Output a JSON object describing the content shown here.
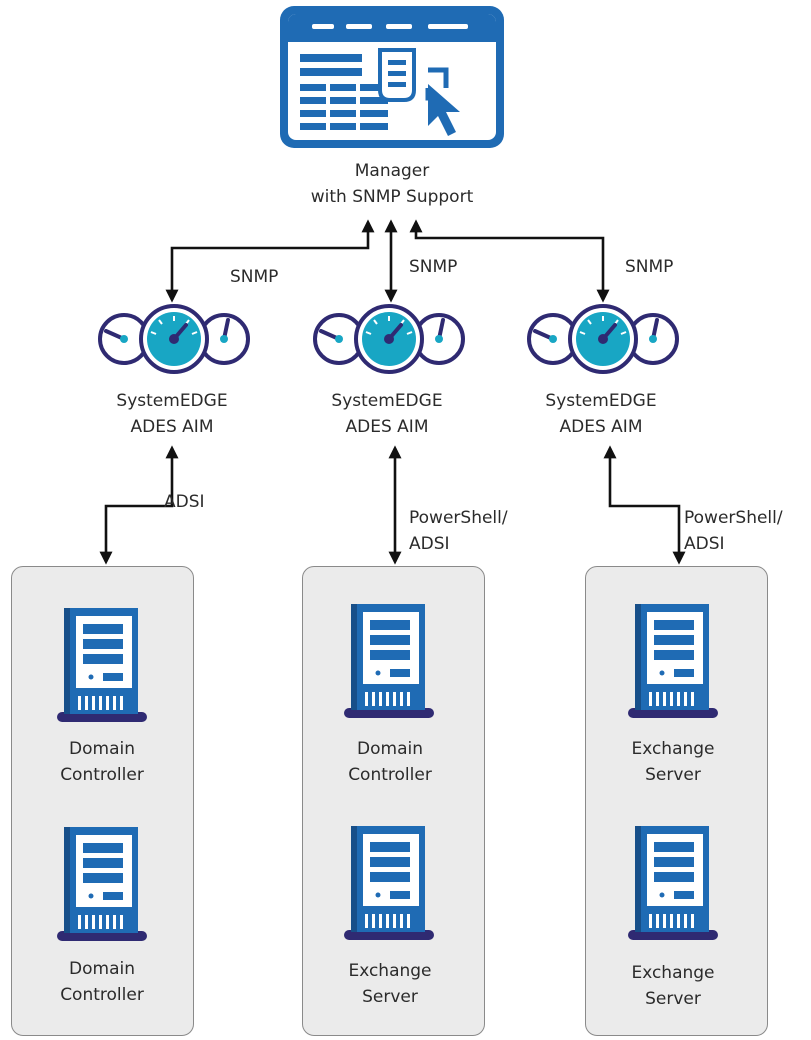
{
  "manager": {
    "line1": "Manager",
    "line2": "with SNMP Support",
    "icon": "management-console-icon"
  },
  "links": {
    "snmp": [
      "SNMP",
      "SNMP",
      "SNMP"
    ],
    "lower": [
      {
        "line1": "ADSI",
        "line2": ""
      },
      {
        "line1": "PowerShell/",
        "line2": "ADSI"
      },
      {
        "line1": "PowerShell/",
        "line2": "ADSI"
      }
    ]
  },
  "agents": [
    {
      "line1": "SystemEDGE",
      "line2": "ADES AIM",
      "icon": "gauges-icon"
    },
    {
      "line1": "SystemEDGE",
      "line2": "ADES AIM",
      "icon": "gauges-icon"
    },
    {
      "line1": "SystemEDGE",
      "line2": "ADES AIM",
      "icon": "gauges-icon"
    }
  ],
  "groups": [
    {
      "servers": [
        {
          "line1": "Domain",
          "line2": "Controller"
        },
        {
          "line1": "Domain",
          "line2": "Controller"
        }
      ]
    },
    {
      "servers": [
        {
          "line1": "Domain",
          "line2": "Controller"
        },
        {
          "line1": "Exchange",
          "line2": "Server"
        }
      ]
    },
    {
      "servers": [
        {
          "line1": "Exchange",
          "line2": "Server"
        },
        {
          "line1": "Exchange",
          "line2": "Server"
        }
      ]
    }
  ],
  "colors": {
    "blue": "#1f6bb4",
    "navy": "#2f2a72",
    "teal": "#18a6c4",
    "box_fill": "#ebebeb"
  }
}
